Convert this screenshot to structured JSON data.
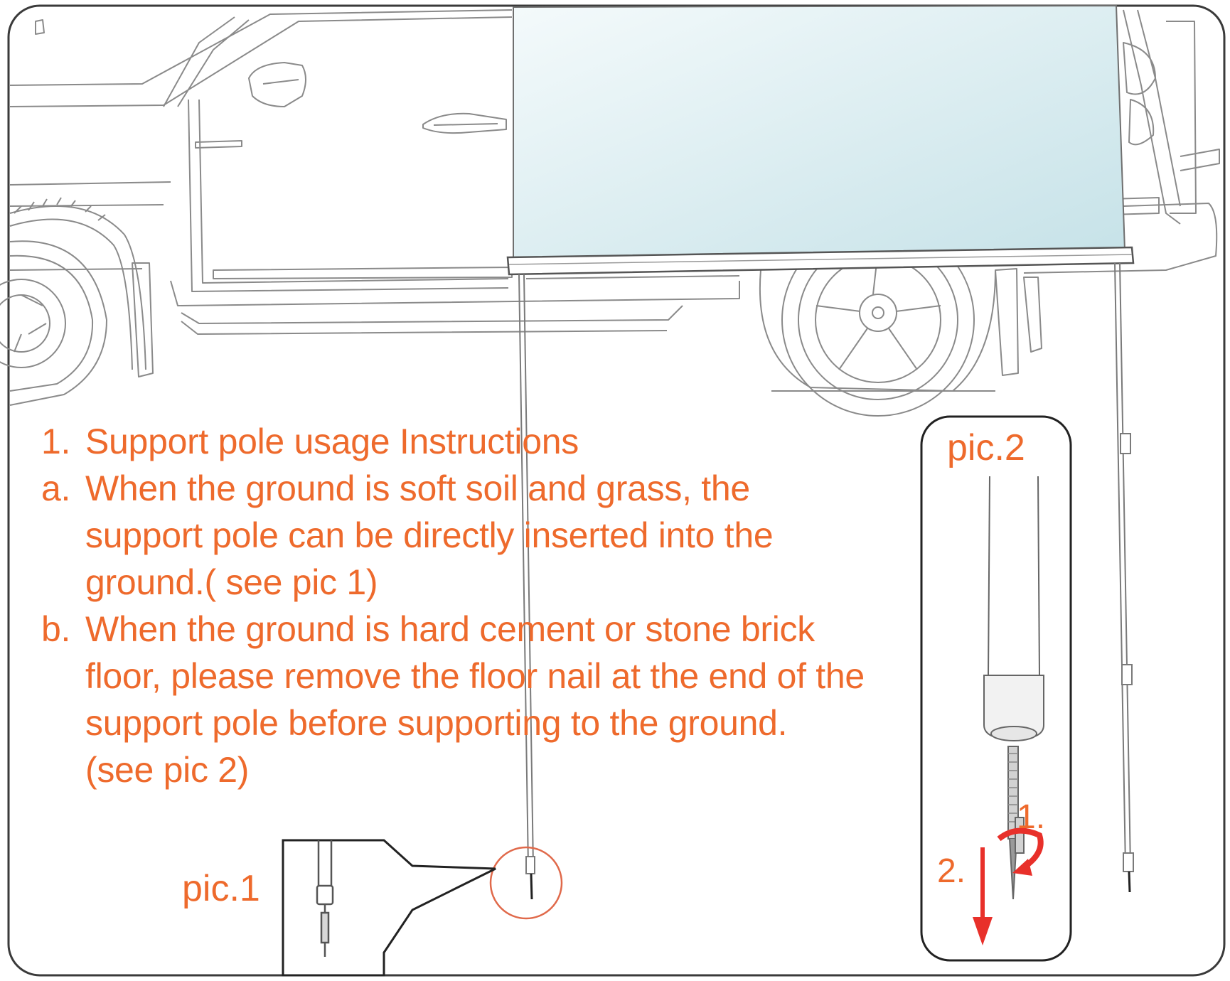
{
  "colors": {
    "accent": "#ee6a2c",
    "arrow": "#e8302a",
    "awning": "#cfe7ec",
    "line": "#7a7a7a",
    "frame": "#333333"
  },
  "instructions": {
    "heading": {
      "num": "1.",
      "text": "Support pole usage Instructions"
    },
    "a": {
      "num": "a.",
      "lines": [
        "When the ground is soft soil and grass, the",
        "support pole can be directly inserted into the",
        "ground.( see pic 1)"
      ]
    },
    "b": {
      "num": "b.",
      "lines": [
        "When the ground is hard cement or stone brick",
        "floor, please remove the floor nail at the end of the",
        "support pole before supporting to the ground.",
        "(see pic 2)"
      ]
    }
  },
  "pic1": {
    "label": "pic.1"
  },
  "pic2": {
    "label": "pic.2",
    "step1": "1.",
    "step2": "2."
  }
}
